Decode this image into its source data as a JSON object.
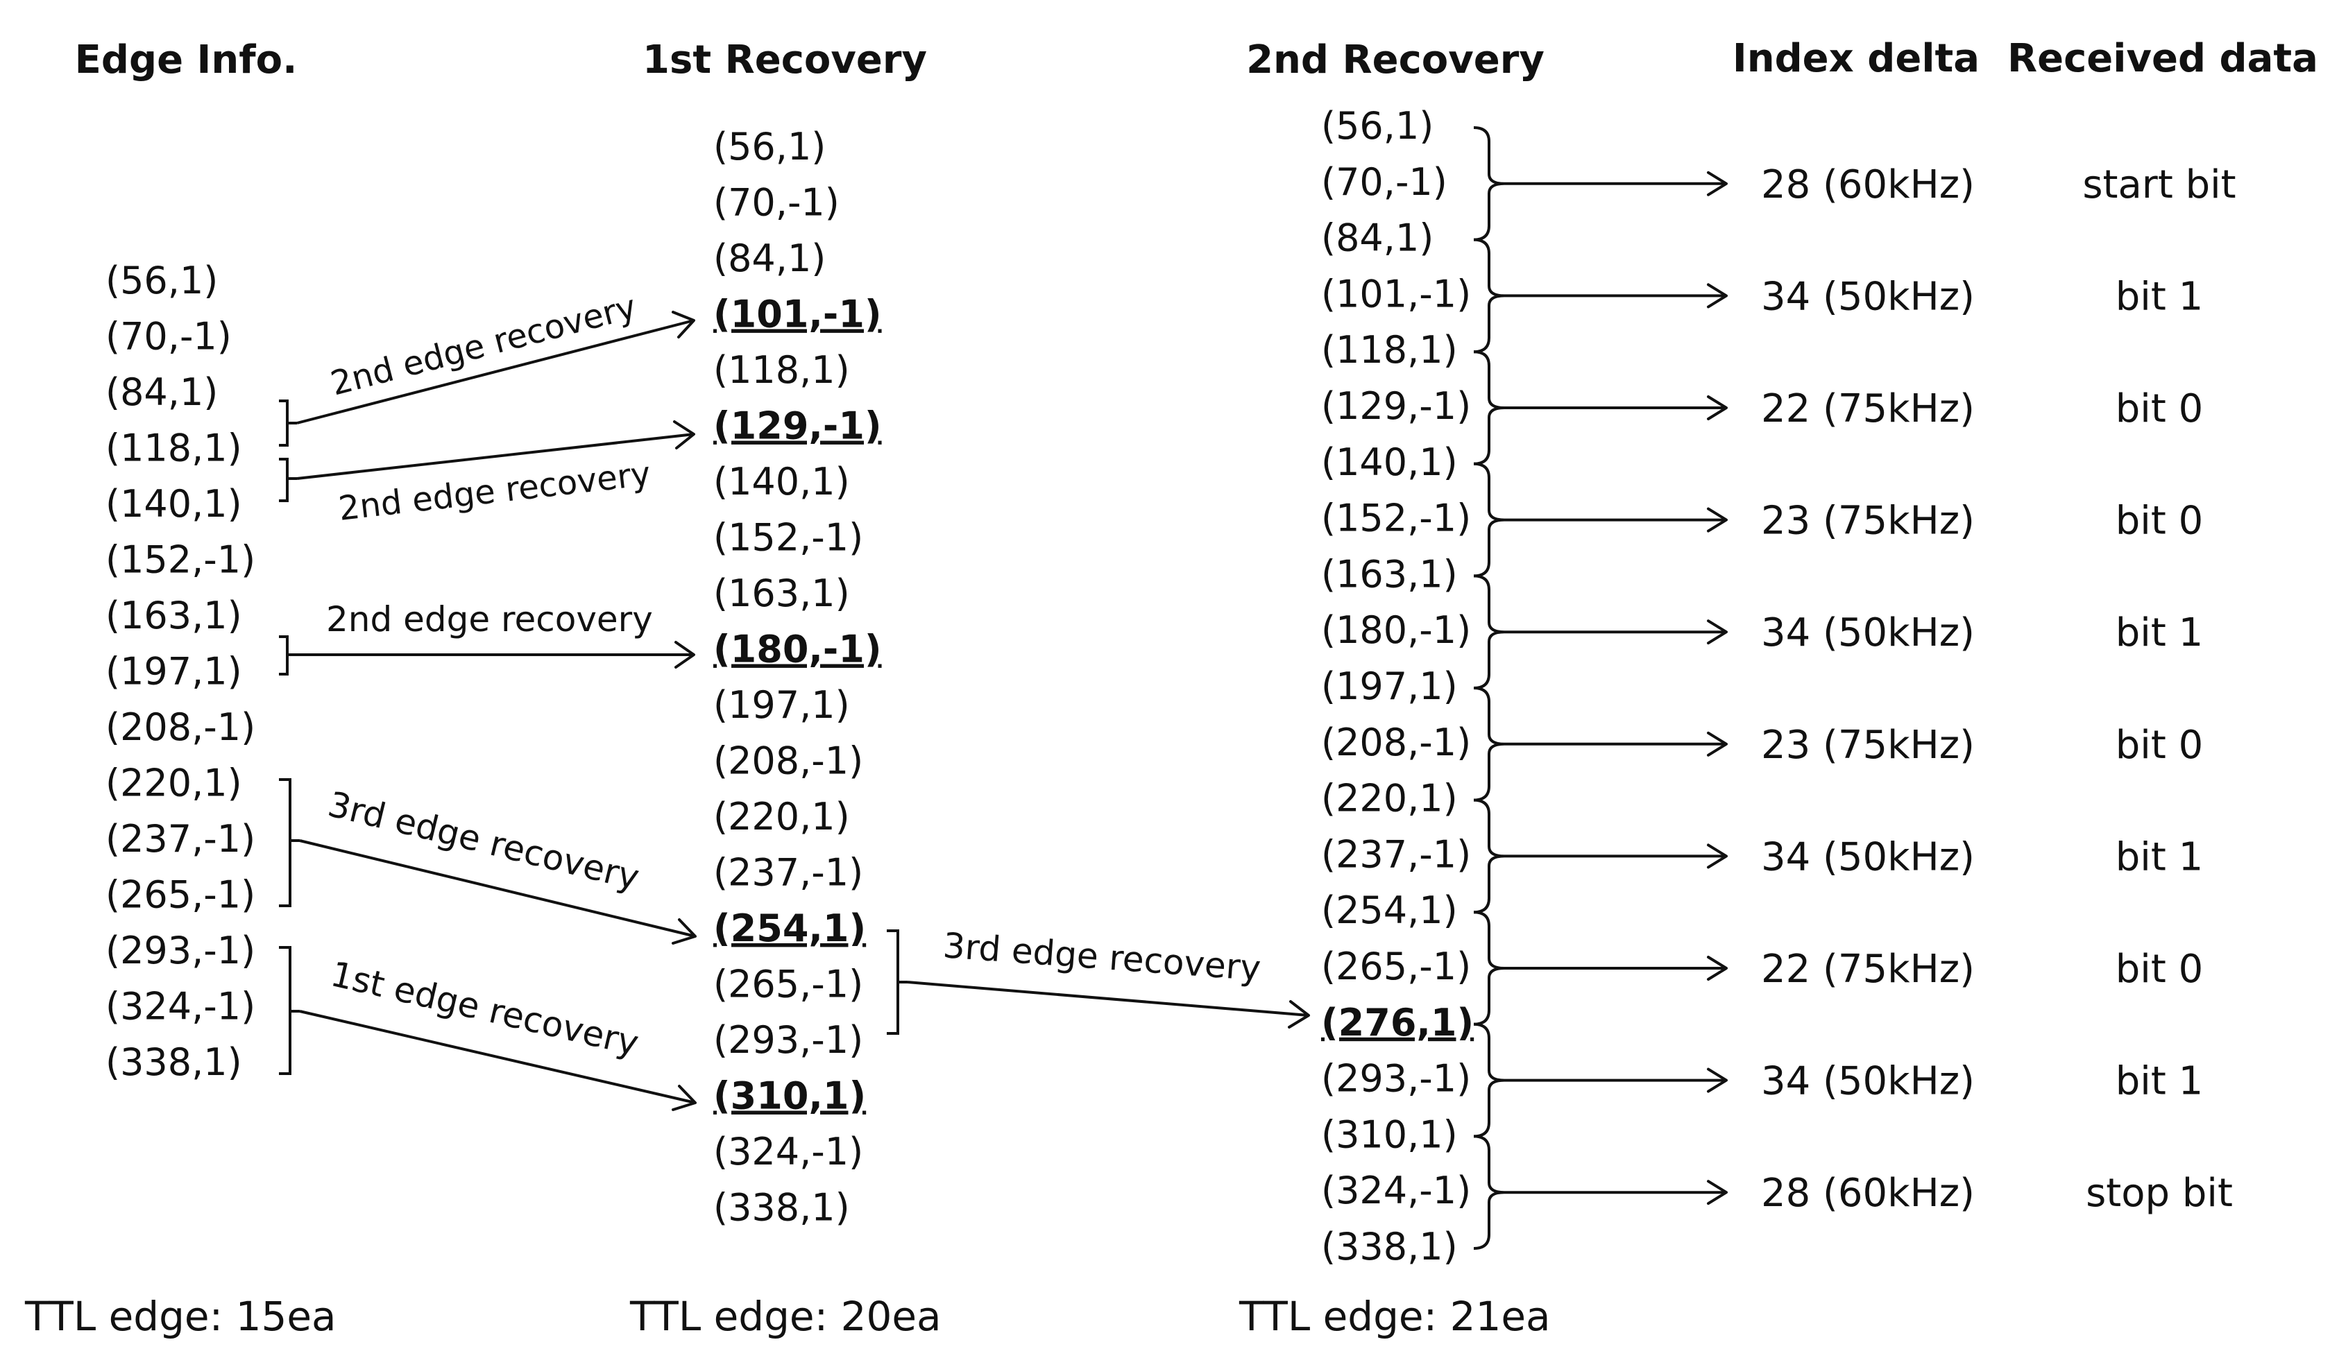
{
  "headers": {
    "edge_info": "Edge Info.",
    "first_recovery": "1st Recovery",
    "second_recovery": "2nd Recovery",
    "index_delta": "Index delta",
    "received_data": "Received data"
  },
  "edge_info": [
    "(56,1)",
    "(70,-1)",
    "(84,1)",
    "(118,1)",
    "(140,1)",
    "(152,-1)",
    "(163,1)",
    "(197,1)",
    "(208,-1)",
    "(220,1)",
    "(237,-1)",
    "(265,-1)",
    "(293,-1)",
    "(324,-1)",
    "(338,1)"
  ],
  "first_recovery": [
    {
      "t": "(56,1)",
      "hl": false
    },
    {
      "t": "(70,-1)",
      "hl": false
    },
    {
      "t": "(84,1)",
      "hl": false
    },
    {
      "t": "(101,-1)",
      "hl": true
    },
    {
      "t": "(118,1)",
      "hl": false
    },
    {
      "t": "(129,-1)",
      "hl": true
    },
    {
      "t": "(140,1)",
      "hl": false
    },
    {
      "t": "(152,-1)",
      "hl": false
    },
    {
      "t": "(163,1)",
      "hl": false
    },
    {
      "t": "(180,-1)",
      "hl": true
    },
    {
      "t": "(197,1)",
      "hl": false
    },
    {
      "t": "(208,-1)",
      "hl": false
    },
    {
      "t": "(220,1)",
      "hl": false
    },
    {
      "t": "(237,-1)",
      "hl": false
    },
    {
      "t": "(254,1)",
      "hl": true
    },
    {
      "t": "(265,-1)",
      "hl": false
    },
    {
      "t": "(293,-1)",
      "hl": false
    },
    {
      "t": "(310,1)",
      "hl": true
    },
    {
      "t": "(324,-1)",
      "hl": false
    },
    {
      "t": "(338,1)",
      "hl": false
    }
  ],
  "second_recovery": [
    {
      "t": "(56,1)",
      "hl": false
    },
    {
      "t": "(70,-1)",
      "hl": false
    },
    {
      "t": "(84,1)",
      "hl": false
    },
    {
      "t": "(101,-1)",
      "hl": false
    },
    {
      "t": "(118,1)",
      "hl": false
    },
    {
      "t": "(129,-1)",
      "hl": false
    },
    {
      "t": "(140,1)",
      "hl": false
    },
    {
      "t": "(152,-1)",
      "hl": false
    },
    {
      "t": "(163,1)",
      "hl": false
    },
    {
      "t": "(180,-1)",
      "hl": false
    },
    {
      "t": "(197,1)",
      "hl": false
    },
    {
      "t": "(208,-1)",
      "hl": false
    },
    {
      "t": "(220,1)",
      "hl": false
    },
    {
      "t": "(237,-1)",
      "hl": false
    },
    {
      "t": "(254,1)",
      "hl": false
    },
    {
      "t": "(265,-1)",
      "hl": false
    },
    {
      "t": "(276,1)",
      "hl": true
    },
    {
      "t": "(293,-1)",
      "hl": false
    },
    {
      "t": "(310,1)",
      "hl": false
    },
    {
      "t": "(324,-1)",
      "hl": false
    },
    {
      "t": "(338,1)",
      "hl": false
    }
  ],
  "decoded": [
    {
      "delta": "28 (60kHz)",
      "data": "start bit"
    },
    {
      "delta": "34 (50kHz)",
      "data": "bit 1"
    },
    {
      "delta": "22 (75kHz)",
      "data": "bit 0"
    },
    {
      "delta": "23 (75kHz)",
      "data": "bit 0"
    },
    {
      "delta": "34 (50kHz)",
      "data": "bit 1"
    },
    {
      "delta": "23 (75kHz)",
      "data": "bit 0"
    },
    {
      "delta": "34 (50kHz)",
      "data": "bit 1"
    },
    {
      "delta": "22 (75kHz)",
      "data": "bit 0"
    },
    {
      "delta": "34 (50kHz)",
      "data": "bit 1"
    },
    {
      "delta": "28 (60kHz)",
      "data": "stop bit"
    }
  ],
  "recovery_labels": {
    "second_edge_a": "2nd edge recovery",
    "second_edge_b": "2nd edge recovery",
    "second_edge_c": "2nd edge recovery",
    "third_edge_a": "3rd edge recovery",
    "first_edge": "1st edge recovery",
    "third_edge_b": "3rd edge recovery"
  },
  "totals": {
    "edge_info": "TTL edge: 15ea",
    "first_recovery": "TTL edge: 20ea",
    "second_recovery": "TTL edge: 21ea"
  }
}
